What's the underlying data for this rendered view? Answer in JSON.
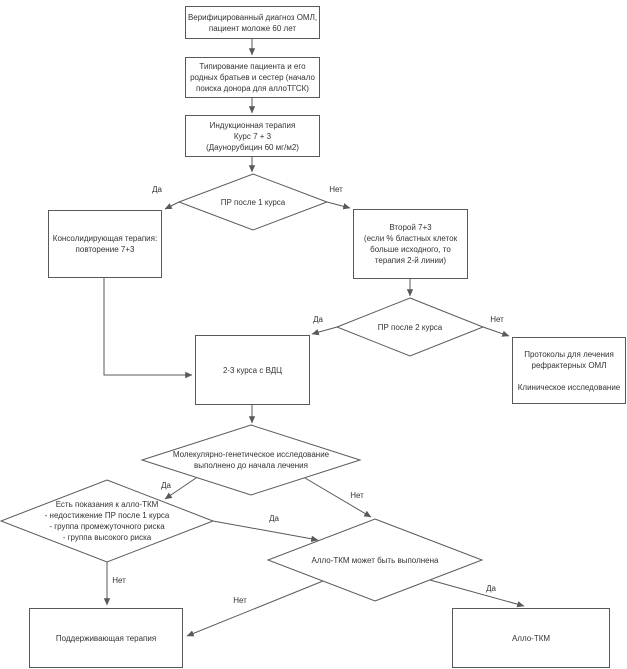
{
  "diagram": {
    "type": "flowchart",
    "language": "ru",
    "colors": {
      "stroke": "#595959",
      "text": "#333333",
      "background": "#ffffff"
    }
  },
  "nodes": {
    "diagnosis": {
      "label": "Верифицированный диагноз ОМЛ,\nпациент моложе 60 лет"
    },
    "typing": {
      "label": "Типирование пациента и его\nродных братьев и сестер (начало\nпоиска донора для аллоТГСК)"
    },
    "induction": {
      "label": "Индукционная терапия\nКурс 7 + 3\n(Даунорубицин 60 мг/м2)"
    },
    "pr_after_course1": {
      "label": "ПР после 1 курса"
    },
    "consolidation": {
      "label": "Консолидирующая терапия:\nповторение 7+3"
    },
    "second_7_3": {
      "label": "Второй 7+3\n(если % бластных клеток\nбольше исходного, то\nтерапия 2-й линии)"
    },
    "pr_after_course2": {
      "label": "ПР после 2 курса"
    },
    "vdc_courses": {
      "label": "2-3 курса с ВДЦ"
    },
    "refractory_protocols": {
      "label": "Протоколы для лечения\nрефрактерных ОМЛ\n\nКлиническое исследование"
    },
    "molecular_study": {
      "label": "Молекулярно-генетическое исследование\nвыполнено до начала лечения"
    },
    "allo_tkm_indications": {
      "label": "Есть показания к алло-ТКМ\n- недостижение ПР после 1 курса\n- группа промежуточного риска\n- группа высокого риска"
    },
    "allo_tkm_feasible": {
      "label": "Алло-ТКМ может быть выполнена"
    },
    "maintenance": {
      "label": "Поддерживающая терапия"
    },
    "allo_tkm": {
      "label": "Алло-ТКМ"
    }
  },
  "edge_labels": {
    "pr1_yes": "Да",
    "pr1_no": "Нет",
    "pr2_yes": "Да",
    "pr2_no": "Нет",
    "mol_yes": "Да",
    "mol_no": "Нет",
    "ind_yes": "Да",
    "ind_no": "Нет",
    "feas_yes": "Да",
    "feas_no": "Нет"
  }
}
